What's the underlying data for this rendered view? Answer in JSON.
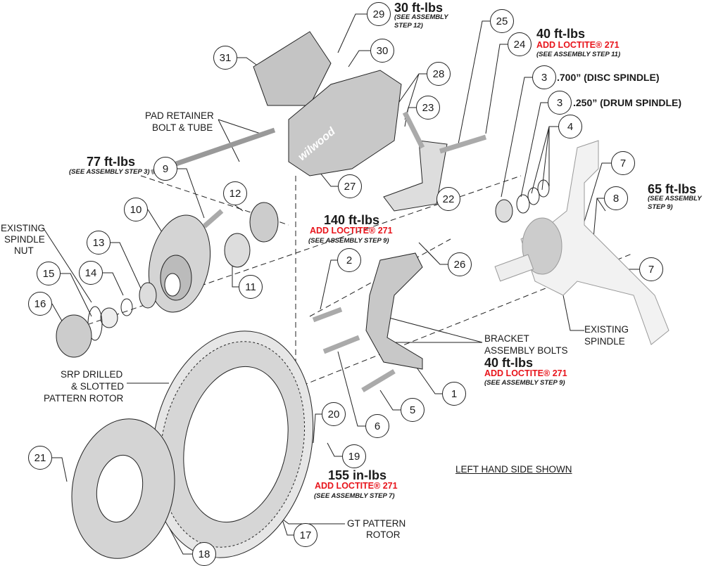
{
  "callouts": [
    "29",
    "30",
    "25",
    "24",
    "31",
    "28",
    "23",
    "3",
    "3",
    "4",
    "9",
    "27",
    "22",
    "7",
    "8",
    "12",
    "10",
    "13",
    "11",
    "14",
    "15",
    "16",
    "2",
    "26",
    "7",
    "1",
    "5",
    "6",
    "20",
    "19",
    "21",
    "17",
    "18"
  ],
  "torque": {
    "t29": {
      "value": "30 ft-lbs",
      "step1": "(SEE ASSEMBLY",
      "step2": "STEP 12)"
    },
    "t24": {
      "value": "40 ft-lbs",
      "loctite": "ADD LOCTITE® 271",
      "step": "(SEE ASSEMBLY STEP 11)"
    },
    "t9": {
      "value": "77 ft-lbs",
      "step": "(SEE ASSEMBLY STEP 3)"
    },
    "t8": {
      "value": "65 ft-lbs",
      "step1": "(SEE ASSEMBLY",
      "step2": "STEP 9)"
    },
    "t2": {
      "value": "140 ft-lbs",
      "loctite": "ADD LOCTITE® 271",
      "step": "(SEE ASSEMBLY STEP 9)"
    },
    "bracket": {
      "value": "40 ft-lbs",
      "loctite": "ADD LOCTITE® 271",
      "step": "(SEE ASSEMBLY STEP 9)"
    },
    "t19": {
      "value": "155 in-lbs",
      "loctite": "ADD LOCTITE® 271",
      "step": "(SEE ASSEMBLY STEP 7)"
    }
  },
  "labels": {
    "disc_spindle": ".700” (DISC SPINDLE)",
    "drum_spindle": ".250” (DRUM SPINDLE)",
    "pad_retainer": [
      "PAD RETAINER",
      "BOLT & TUBE"
    ],
    "spindle_nut": [
      "EXISTING",
      "SPINDLE",
      "NUT"
    ],
    "bracket_bolts": [
      "BRACKET",
      "ASSEMBLY BOLTS"
    ],
    "existing_spindle": [
      "EXISTING",
      "SPINDLE"
    ],
    "srp_rotor": [
      "SRP DRILLED",
      "& SLOTTED",
      "PATTERN ROTOR"
    ],
    "gt_rotor": [
      "GT PATTERN",
      "ROTOR"
    ],
    "side_note": "LEFT HAND SIDE SHOWN"
  },
  "logo_text": "wilwood",
  "colors": {
    "line": "#222222",
    "part_fill": "#c8c8c8",
    "loctite_red": "#e8141b"
  }
}
